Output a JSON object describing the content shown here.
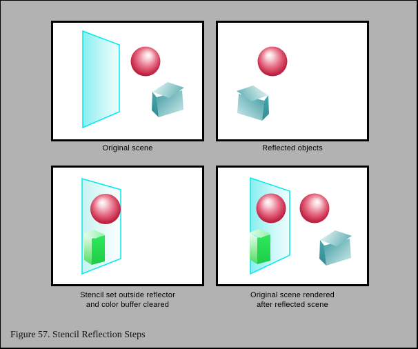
{
  "figure_caption": "Figure 57. Stencil Reflection Steps",
  "panels": [
    {
      "id": "original-scene",
      "label_lines": [
        "Original scene"
      ]
    },
    {
      "id": "reflected-objects",
      "label_lines": [
        "Reflected objects"
      ]
    },
    {
      "id": "stencil-cleared",
      "label_lines": [
        "Stencil set outside reflector",
        "and color buffer cleared"
      ]
    },
    {
      "id": "final-composite",
      "label_lines": [
        "Original scene rendered",
        "after reflected scene"
      ]
    }
  ],
  "colors": {
    "background": "#b2b2b2",
    "frame_border": "#000000",
    "panel_bg": "#ffffff",
    "panel_border": "#000000",
    "label_text": "#000000",
    "caption_text": "#111111",
    "mirror_edge": "#00e8f0",
    "mirror_left": "#86eef0",
    "mirror_right": "#edfefe",
    "mirror_light_left": "#c6f3f1",
    "mirror_light_right": "#fdffff",
    "sphere_highlight": "#ffffff",
    "sphere_rose": "#e8758c",
    "sphere_mid": "#c52747",
    "sphere_dark": "#a30d28",
    "cube_top_light": "#eef9f9",
    "cube_top_dark": "#6db6ba",
    "cube_front_dark": "#3d9aa2",
    "cube_front_light": "#d3ecec",
    "cube_side": "#2f8d94",
    "green_top_light": "#e6fde9",
    "green_top": "#8ef2a6",
    "green_left_light": "#f0fef0",
    "green_left": "#4ade62",
    "green_front": "#2ee85c",
    "green_front_dark": "#1ecb47"
  }
}
